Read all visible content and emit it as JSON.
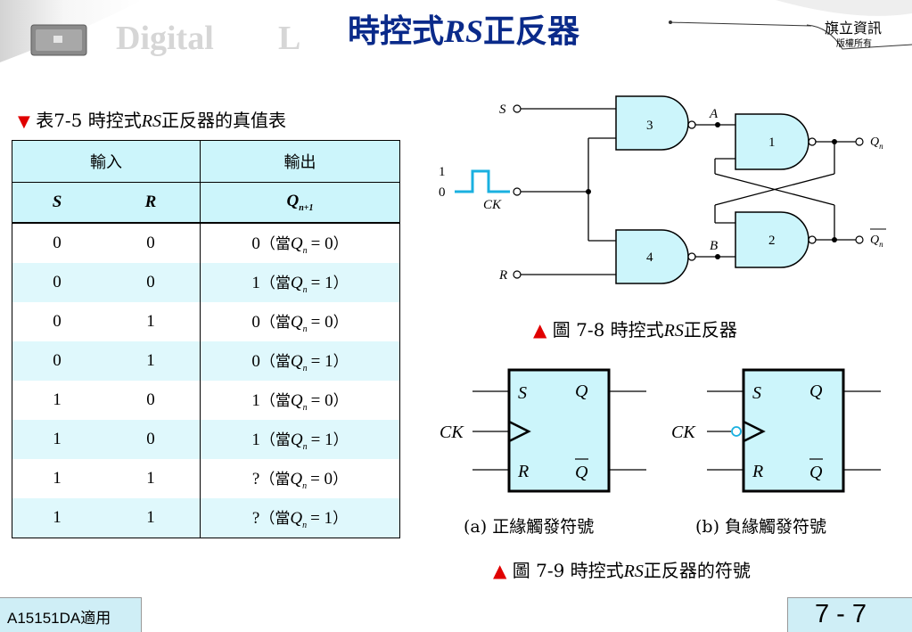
{
  "header": {
    "title_prefix": "時控式",
    "title_rs": "RS",
    "title_suffix": "正反器",
    "watermark_text": "Digital",
    "watermark_text2": "L",
    "publisher": "旗立資訊",
    "copyright": "版權所有"
  },
  "table": {
    "caption_prefix": "表7-5  時控式",
    "caption_rs": "RS",
    "caption_suffix": "正反器的真值表",
    "group_headers": [
      "輸入",
      "輸出"
    ],
    "col_S": "S",
    "col_R": "R",
    "col_Q": "Q",
    "col_Q_sub": "n+1",
    "when_prefix": "（當",
    "when_q": "Q",
    "when_sub": "n",
    "when_close": "）",
    "rows": [
      {
        "s": "0",
        "r": "0",
        "out": "0",
        "cond": "= 0"
      },
      {
        "s": "0",
        "r": "0",
        "out": "1",
        "cond": "= 1"
      },
      {
        "s": "0",
        "r": "1",
        "out": "0",
        "cond": "= 0"
      },
      {
        "s": "0",
        "r": "1",
        "out": "0",
        "cond": "= 1"
      },
      {
        "s": "1",
        "r": "0",
        "out": "1",
        "cond": "= 0"
      },
      {
        "s": "1",
        "r": "0",
        "out": "1",
        "cond": "= 1"
      },
      {
        "s": "1",
        "r": "1",
        "out": "?",
        "cond": "= 0"
      },
      {
        "s": "1",
        "r": "1",
        "out": "?",
        "cond": "= 1"
      }
    ]
  },
  "circuit": {
    "label_S": "S",
    "label_R": "R",
    "label_CK": "CK",
    "label_A": "A",
    "label_B": "B",
    "level_high": "1",
    "level_low": "0",
    "gate_labels": [
      "3",
      "4",
      "1",
      "2"
    ],
    "out_Q": "Q",
    "out_sub": "n",
    "clock_color": "#1ab0e0",
    "gate_fill": "#ccf5fb"
  },
  "fig8": {
    "tri": "▲",
    "prefix": " 圖 7-8  時控式",
    "rs": "RS",
    "suffix": "正反器"
  },
  "symbols": {
    "S": "S",
    "R": "R",
    "Q": "Q",
    "CK": "CK",
    "caption_a": "(a) 正緣觸發符號",
    "caption_b": "(b) 負緣觸發符號"
  },
  "fig9": {
    "tri": "▲",
    "prefix": " 圖 7-9  時控式",
    "rs": "RS",
    "suffix": "正反器的符號"
  },
  "footer": {
    "left": "A15151DA適用",
    "page": "7 - 7"
  }
}
